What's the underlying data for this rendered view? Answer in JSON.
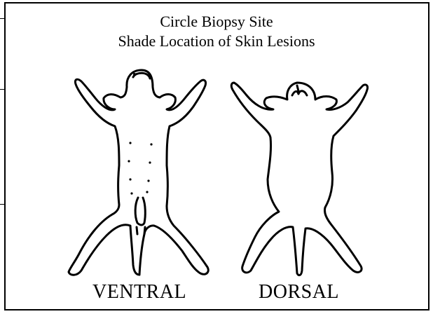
{
  "title": {
    "line1": "Circle Biopsy Site",
    "line2": "Shade Location of Skin Lesions"
  },
  "figures": {
    "ventral": {
      "label": "VENTRAL"
    },
    "dorsal": {
      "label": "DORSAL"
    }
  },
  "colors": {
    "ink": "#000000",
    "background": "#ffffff"
  }
}
